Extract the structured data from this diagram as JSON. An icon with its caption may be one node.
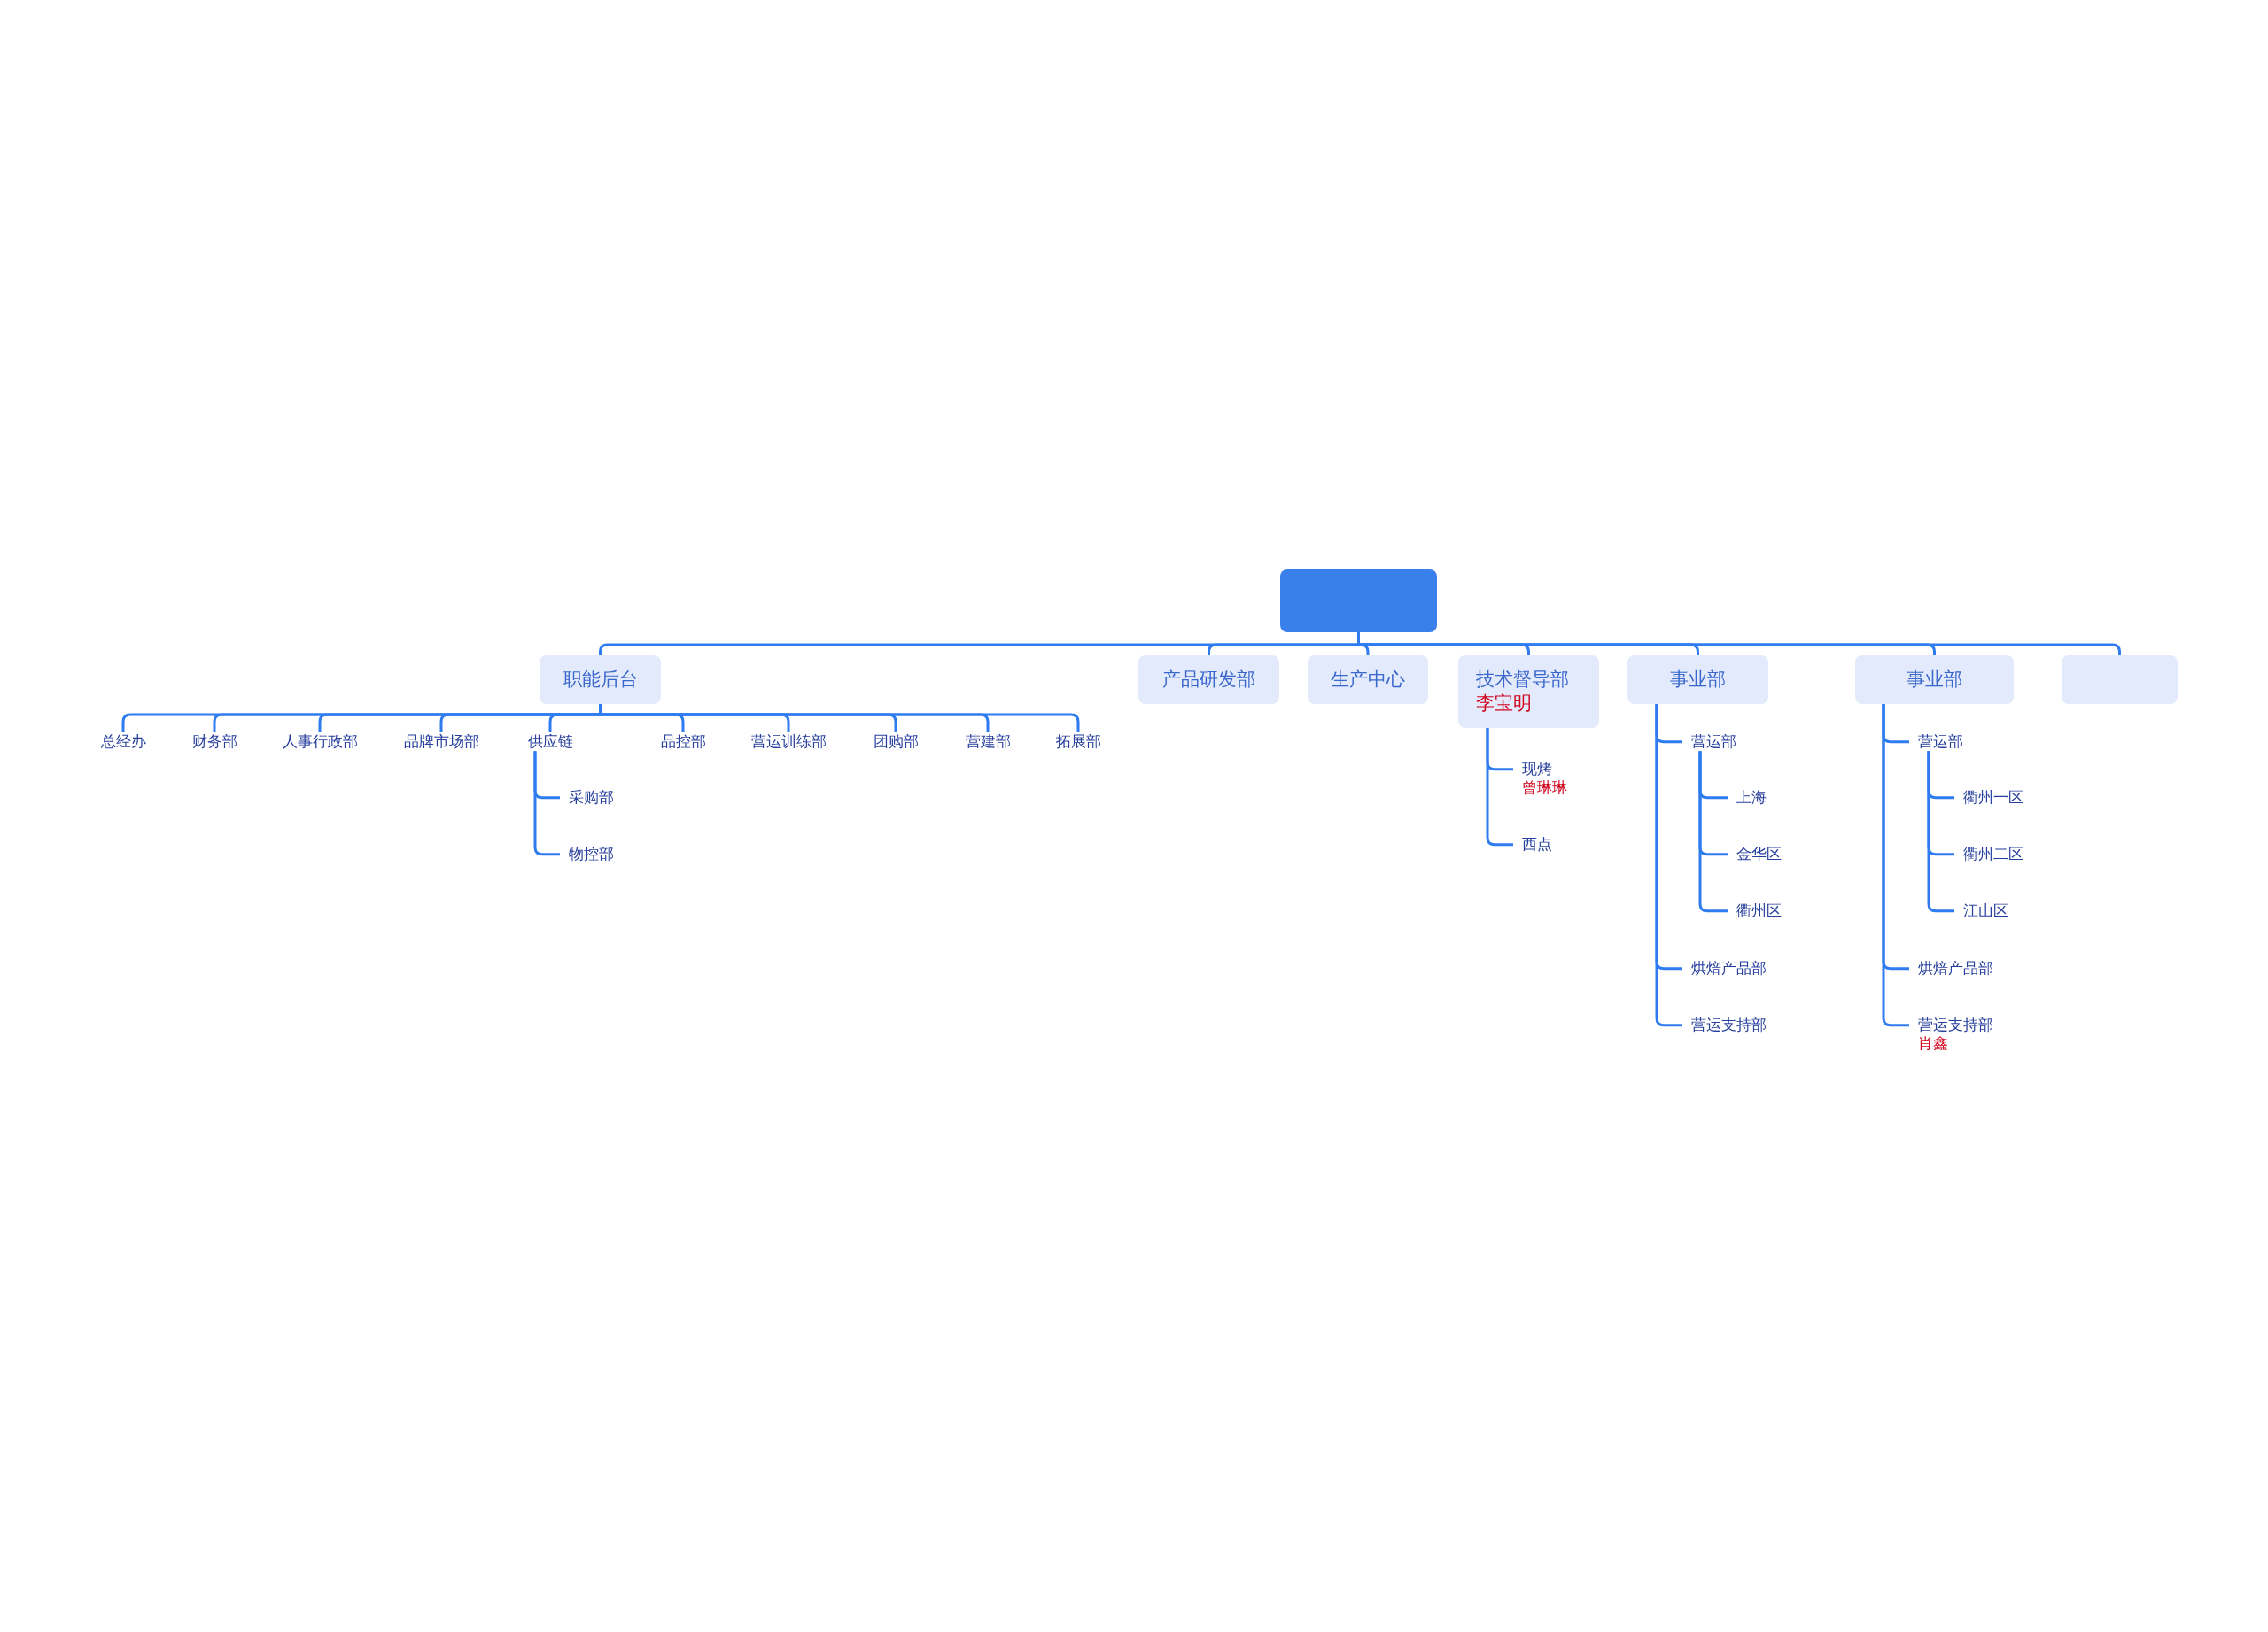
{
  "diagram": {
    "nodes": [
      {
        "text": [],
        "shape": "box"
      },
      {
        "text": [
          "职能后台"
        ]
      },
      {
        "text": [
          "总经办"
        ]
      },
      {
        "text": [
          "财务部"
        ]
      },
      {
        "text": [
          "人事行政部"
        ]
      },
      {
        "text": [
          "品牌市场部"
        ]
      },
      {
        "text": [
          "供应链"
        ]
      },
      {
        "text": [
          "采购部"
        ]
      },
      {
        "text": [
          "物控部"
        ]
      },
      {
        "text": [
          "品控部"
        ]
      },
      {
        "text": [
          "营运训练部"
        ]
      },
      {
        "text": [
          "团购部"
        ]
      },
      {
        "text": [
          "营建部"
        ]
      },
      {
        "text": [
          "拓展部"
        ]
      },
      {
        "text": [
          "产品研发部"
        ]
      },
      {
        "text": [
          "生产中心"
        ]
      },
      {
        "text": [
          "技术督导部",
          "李宝明"
        ]
      },
      {
        "text": [
          "现烤",
          "曾琳琳"
        ]
      },
      {
        "text": [
          "西点"
        ]
      },
      {
        "text": [
          "事业部"
        ]
      },
      {
        "text": [
          "营运部"
        ]
      },
      {
        "text": [
          "上海"
        ]
      },
      {
        "text": [
          "金华区"
        ]
      },
      {
        "text": [
          "衢州区"
        ]
      },
      {
        "text": [
          "烘焙产品部"
        ]
      },
      {
        "text": [
          "营运支持部"
        ]
      },
      {
        "text": [
          "事业部"
        ]
      },
      {
        "text": [
          "营运部"
        ]
      },
      {
        "text": [
          "衢州一区"
        ]
      },
      {
        "text": [
          "衢州二区"
        ]
      },
      {
        "text": [
          "江山区"
        ]
      },
      {
        "text": [
          "烘焙产品部"
        ]
      },
      {
        "text": [
          "营运支持部",
          "肖鑫"
        ]
      },
      {
        "text": [],
        "shape": "box"
      }
    ],
    "edges": [
      {
        "from": 0,
        "to": 1,
        "arrow": "none"
      },
      {
        "from": 1,
        "to": 2,
        "arrow": "none"
      },
      {
        "from": 1,
        "to": 3,
        "arrow": "none"
      },
      {
        "from": 1,
        "to": 4,
        "arrow": "none"
      },
      {
        "from": 1,
        "to": 5,
        "arrow": "none"
      },
      {
        "from": 1,
        "to": 6,
        "arrow": "none"
      },
      {
        "from": 6,
        "to": 7,
        "arrow": "none"
      },
      {
        "from": 6,
        "to": 8,
        "arrow": "none"
      },
      {
        "from": 1,
        "to": 9,
        "arrow": "none"
      },
      {
        "from": 1,
        "to": 10,
        "arrow": "none"
      },
      {
        "from": 1,
        "to": 11,
        "arrow": "none"
      },
      {
        "from": 1,
        "to": 12,
        "arrow": "none"
      },
      {
        "from": 1,
        "to": 13,
        "arrow": "none"
      },
      {
        "from": 0,
        "to": 14,
        "arrow": "none"
      },
      {
        "from": 0,
        "to": 15,
        "arrow": "none"
      },
      {
        "from": 0,
        "to": 16,
        "arrow": "none"
      },
      {
        "from": 16,
        "to": 17,
        "arrow": "none"
      },
      {
        "from": 16,
        "to": 18,
        "arrow": "none"
      },
      {
        "from": 0,
        "to": 19,
        "arrow": "none"
      },
      {
        "from": 19,
        "to": 20,
        "arrow": "none"
      },
      {
        "from": 20,
        "to": 21,
        "arrow": "none"
      },
      {
        "from": 20,
        "to": 22,
        "arrow": "none"
      },
      {
        "from": 20,
        "to": 23,
        "arrow": "none"
      },
      {
        "from": 19,
        "to": 24,
        "arrow": "none"
      },
      {
        "from": 19,
        "to": 25,
        "arrow": "none"
      },
      {
        "from": 0,
        "to": 26,
        "arrow": "none"
      },
      {
        "from": 26,
        "to": 27,
        "arrow": "none"
      },
      {
        "from": 27,
        "to": 28,
        "arrow": "none"
      },
      {
        "from": 27,
        "to": 29,
        "arrow": "none"
      },
      {
        "from": 27,
        "to": 30,
        "arrow": "none"
      },
      {
        "from": 26,
        "to": 31,
        "arrow": "none"
      },
      {
        "from": 26,
        "to": 32,
        "arrow": "none"
      },
      {
        "from": 0,
        "to": 33,
        "arrow": "none"
      }
    ]
  }
}
